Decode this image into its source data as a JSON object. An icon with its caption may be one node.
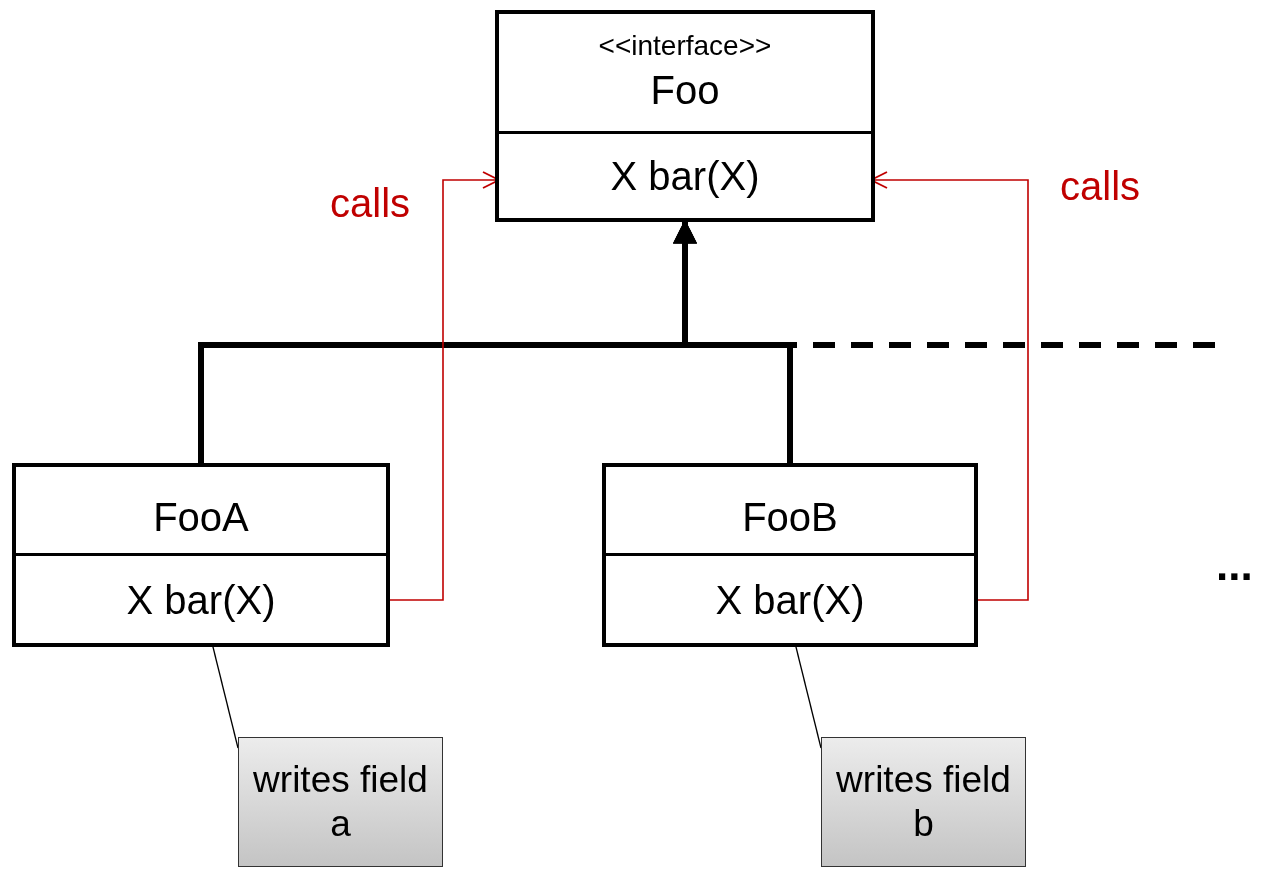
{
  "diagram": {
    "nodes": [
      {
        "text": [
          "<<interface>>",
          "Foo"
        ]
      },
      {
        "text": [
          "X bar(X)"
        ],
        "in": 0
      },
      {
        "text": [
          "FooA"
        ]
      },
      {
        "text": [
          "X bar(X)"
        ],
        "in": 2
      },
      {
        "text": [
          "FooB"
        ]
      },
      {
        "text": [
          "X bar(X)"
        ],
        "in": 4
      },
      {
        "text": [
          "writes field a"
        ]
      },
      {
        "text": [
          "writes field b"
        ]
      }
    ],
    "edges": [
      {
        "from": 2,
        "to": 0,
        "arrow": "to",
        "style": "thick"
      },
      {
        "from": 4,
        "to": 0,
        "arrow": "to",
        "style": "thick"
      },
      {
        "from": null,
        "to": 0,
        "arrow": "to",
        "style": "dashed"
      },
      {
        "from": 3,
        "to": 1,
        "arrow": "to",
        "label": "calls",
        "color": "#c00000"
      },
      {
        "from": 5,
        "to": 1,
        "arrow": "to",
        "label": "calls",
        "color": "#c00000"
      },
      {
        "from": 6,
        "to": 3,
        "arrow": "none"
      },
      {
        "from": 7,
        "to": 5,
        "arrow": "none"
      }
    ],
    "labels": [
      "..."
    ]
  }
}
